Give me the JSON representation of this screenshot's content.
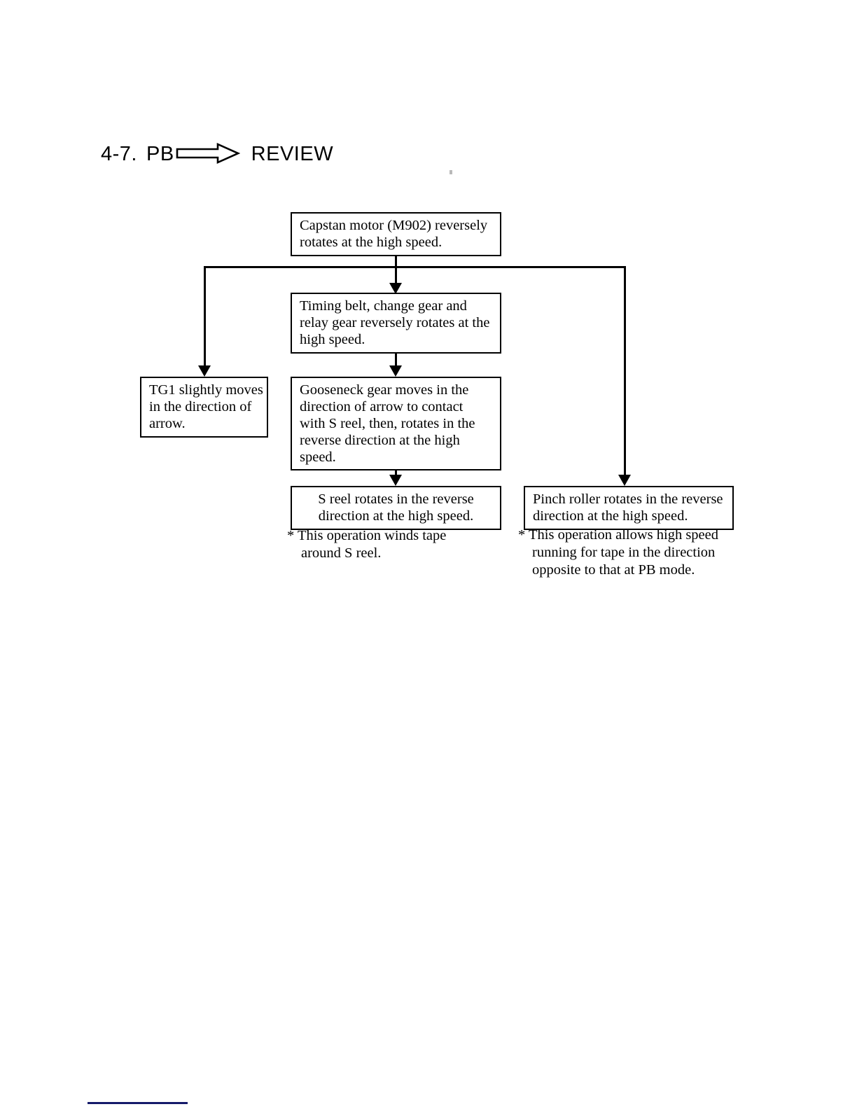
{
  "title": {
    "number": "4-7.",
    "source": "PB",
    "arrow_icon": "double-line-block-arrow-right",
    "target": "REVIEW"
  },
  "flow": {
    "nodes": [
      {
        "id": "capstan-motor",
        "lines": [
          "Capstan motor (M902) reversely",
          "rotates at the high speed."
        ],
        "align": "left"
      },
      {
        "id": "timing-belt",
        "lines": [
          "Timing belt, change gear and",
          "relay gear reversely rotates at the",
          "high speed."
        ],
        "align": "left"
      },
      {
        "id": "tg1",
        "lines": [
          "TG1 slightly moves",
          "in the direction of",
          "arrow."
        ],
        "align": "left"
      },
      {
        "id": "gooseneck-gear",
        "lines": [
          "Gooseneck gear moves in the",
          "direction of arrow to contact",
          "with S reel, then, rotates in the",
          "reverse direction at the high",
          "speed."
        ],
        "align": "left"
      },
      {
        "id": "s-reel",
        "lines": [
          "S reel rotates in the reverse",
          "direction at the high speed."
        ],
        "align": "center"
      },
      {
        "id": "pinch-roller",
        "lines": [
          "Pinch roller rotates in the reverse",
          "direction at the high speed."
        ],
        "align": "left"
      }
    ]
  },
  "notes": [
    {
      "id": "s-reel-note",
      "lines": [
        "* This operation winds tape",
        "around S reel."
      ]
    },
    {
      "id": "pinch-roller-note",
      "lines": [
        "* This operation allows high speed",
        "running for tape in the direction",
        "opposite to that at PB mode."
      ]
    }
  ],
  "colors": {
    "ink": "#000000",
    "page": "#ffffff",
    "rule": "#151a6a"
  }
}
